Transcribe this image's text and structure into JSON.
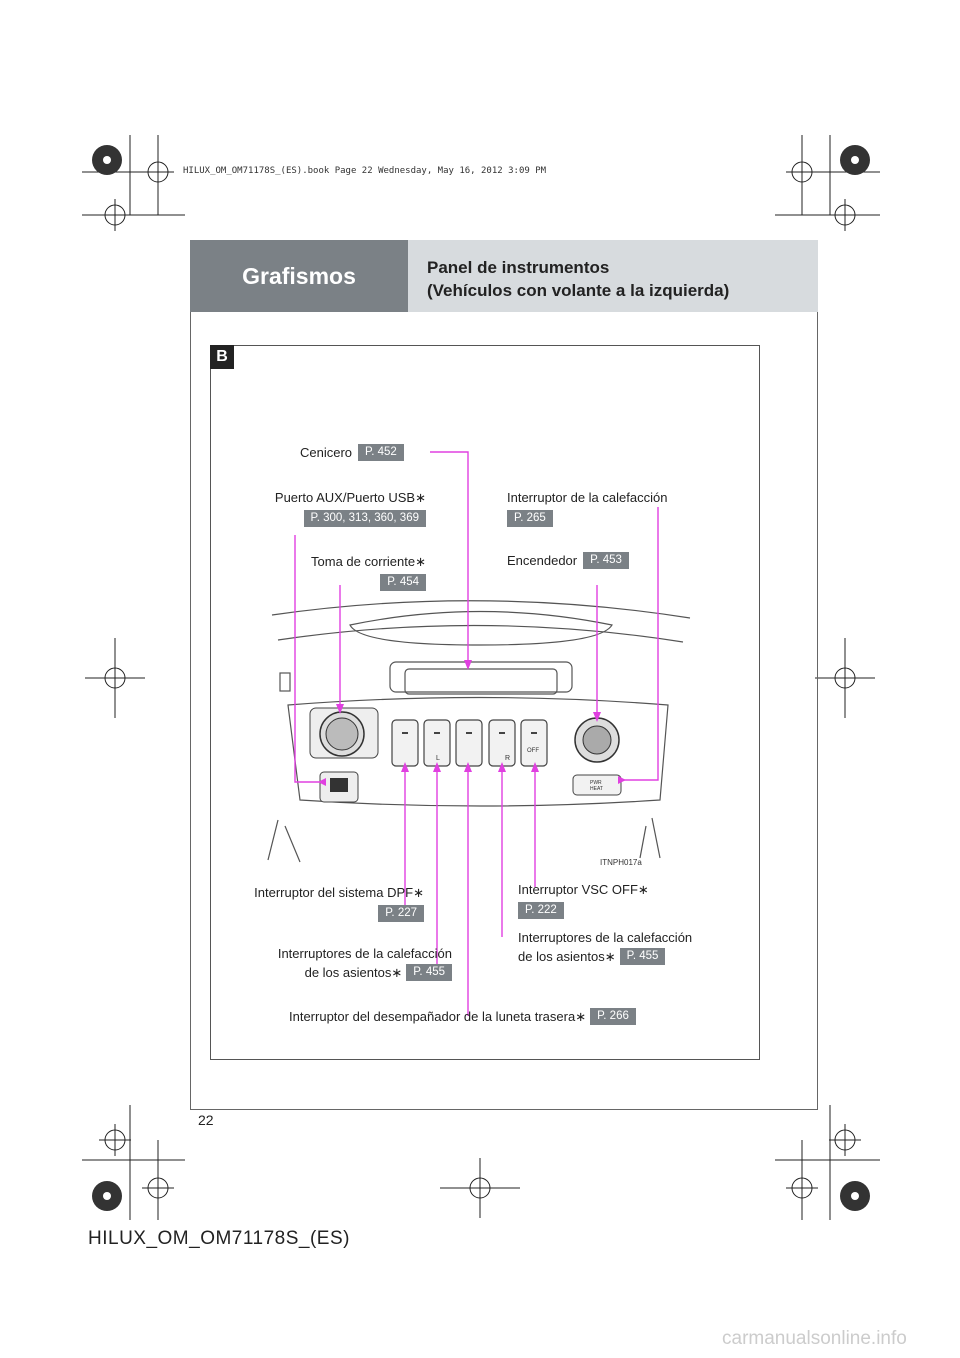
{
  "print_stamp": "HILUX_OM_OM71178S_(ES).book  Page 22  Wednesday, May 16, 2012  3:09 PM",
  "header": {
    "section": "Grafismos",
    "title_line1": "Panel de instrumentos",
    "title_line2": "(Vehículos con volante a la izquierda)"
  },
  "section_badge": "B",
  "figure_code": "ITNPH017a",
  "console_text": {
    "pwr_heat_1": "PWR",
    "pwr_heat_2": "HEAT",
    "vsc_off": "OFF",
    "seat_left": "L",
    "seat_right": "R"
  },
  "callouts": {
    "cenicero": {
      "label": "Cenicero",
      "page": "P. 452"
    },
    "aux_usb": {
      "label": "Puerto AUX/Puerto USB",
      "page": "P. 300, 313, 360, 369"
    },
    "toma": {
      "label": "Toma de corriente",
      "page": "P. 454"
    },
    "calefaccion": {
      "label": "Interruptor de la calefacción",
      "page": "P. 265"
    },
    "encendedor": {
      "label": "Encendedor",
      "page": "P. 453"
    },
    "dpf": {
      "label": "Interruptor del sistema DPF",
      "page": "P. 227"
    },
    "vsc": {
      "label": "Interruptor VSC OFF",
      "page": "P. 222"
    },
    "asientos_left": {
      "line1": "Interruptores de la calefacción",
      "line2": "de los asientos",
      "page": "P. 455"
    },
    "asientos_right": {
      "line1": "Interruptores de la calefacción",
      "line2": "de los asientos",
      "page": "P. 455"
    },
    "desempanador": {
      "label": "Interruptor del desempañador de la luneta trasera",
      "page": "P. 266"
    }
  },
  "footnote_mark": "∗",
  "page_number": "22",
  "footer_code": "HILUX_OM_OM71178S_(ES)",
  "watermark": "carmanualsonline.info",
  "colors": {
    "header_dark": "#7b8186",
    "header_light": "#d7dbde",
    "leader": "#e040e0"
  }
}
